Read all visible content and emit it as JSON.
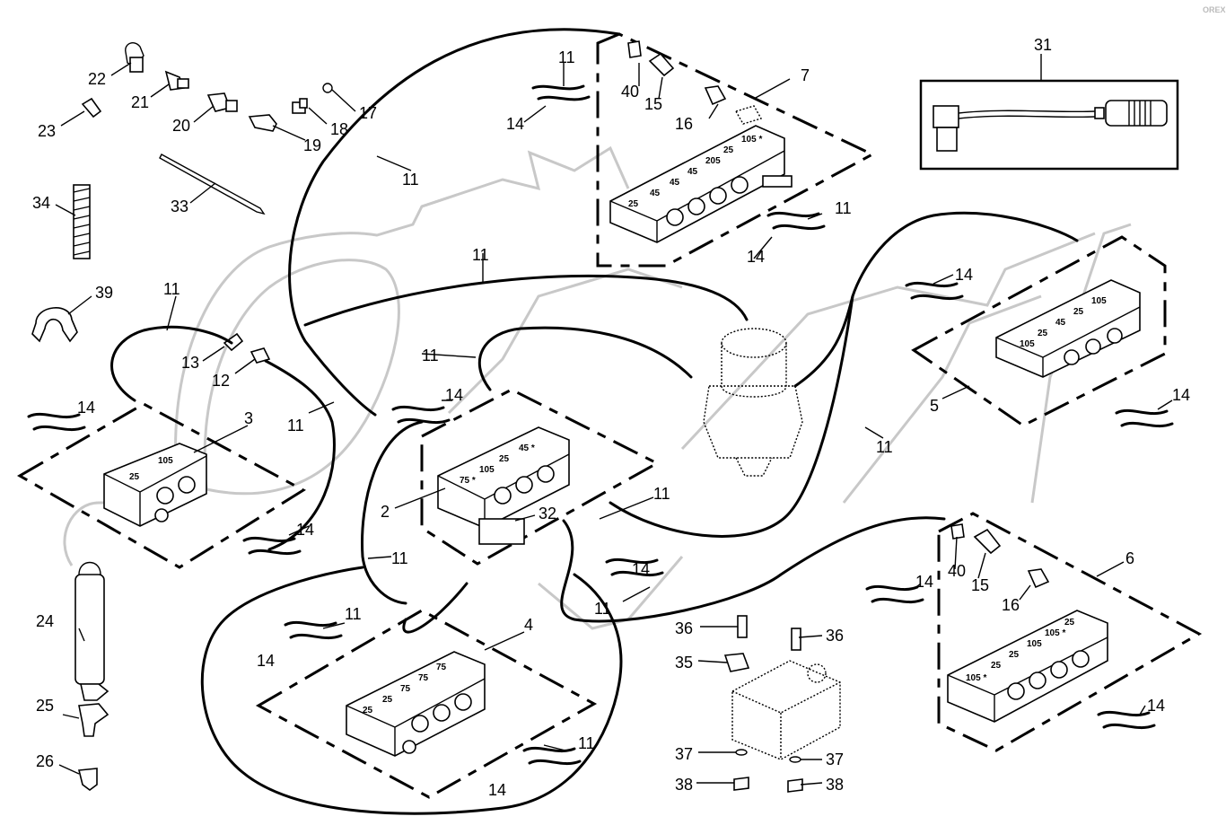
{
  "watermark": "OREX",
  "callouts": [
    {
      "id": "c22",
      "text": "22"
    },
    {
      "id": "c21",
      "text": "21"
    },
    {
      "id": "c23",
      "text": "23"
    },
    {
      "id": "c20",
      "text": "20"
    },
    {
      "id": "c19",
      "text": "19"
    },
    {
      "id": "c18",
      "text": "18"
    },
    {
      "id": "c17",
      "text": "17"
    },
    {
      "id": "c33",
      "text": "33"
    },
    {
      "id": "c34",
      "text": "34"
    },
    {
      "id": "c39",
      "text": "39"
    },
    {
      "id": "c11a",
      "text": "11"
    },
    {
      "id": "c13",
      "text": "13"
    },
    {
      "id": "c12",
      "text": "12"
    },
    {
      "id": "c14a",
      "text": "14"
    },
    {
      "id": "c3",
      "text": "3"
    },
    {
      "id": "c11b",
      "text": "11"
    },
    {
      "id": "c14b",
      "text": "14"
    },
    {
      "id": "c24",
      "text": "24"
    },
    {
      "id": "c25",
      "text": "25"
    },
    {
      "id": "c26",
      "text": "26"
    },
    {
      "id": "c11c",
      "text": "11"
    },
    {
      "id": "c14c",
      "text": "14"
    },
    {
      "id": "c11d",
      "text": "11"
    },
    {
      "id": "c14d",
      "text": "14"
    },
    {
      "id": "c2",
      "text": "2"
    },
    {
      "id": "c32",
      "text": "32"
    },
    {
      "id": "c11e",
      "text": "11"
    },
    {
      "id": "c11f",
      "text": "11"
    },
    {
      "id": "c14e",
      "text": "14"
    },
    {
      "id": "c11g",
      "text": "11"
    },
    {
      "id": "c4",
      "text": "4"
    },
    {
      "id": "c14f",
      "text": "14"
    },
    {
      "id": "c11h",
      "text": "11"
    },
    {
      "id": "c11i",
      "text": "11"
    },
    {
      "id": "c14g",
      "text": "14"
    },
    {
      "id": "c40a",
      "text": "40"
    },
    {
      "id": "c15a",
      "text": "15"
    },
    {
      "id": "c7",
      "text": "7"
    },
    {
      "id": "c16a",
      "text": "16"
    },
    {
      "id": "c11j",
      "text": "11"
    },
    {
      "id": "c11k",
      "text": "11"
    },
    {
      "id": "c14h",
      "text": "14"
    },
    {
      "id": "c11l",
      "text": "11"
    },
    {
      "id": "c14i",
      "text": "14"
    },
    {
      "id": "c31",
      "text": "31"
    },
    {
      "id": "c14j",
      "text": "14"
    },
    {
      "id": "c5",
      "text": "5"
    },
    {
      "id": "c14k",
      "text": "14"
    },
    {
      "id": "c11m",
      "text": "11"
    },
    {
      "id": "c11n",
      "text": "11"
    },
    {
      "id": "c14l",
      "text": "14"
    },
    {
      "id": "c11o",
      "text": "11"
    },
    {
      "id": "c36a",
      "text": "36"
    },
    {
      "id": "c36b",
      "text": "36"
    },
    {
      "id": "c35",
      "text": "35"
    },
    {
      "id": "c37a",
      "text": "37"
    },
    {
      "id": "c37b",
      "text": "37"
    },
    {
      "id": "c38a",
      "text": "38"
    },
    {
      "id": "c38b",
      "text": "38"
    },
    {
      "id": "c40b",
      "text": "40"
    },
    {
      "id": "c15b",
      "text": "15"
    },
    {
      "id": "c6",
      "text": "6"
    },
    {
      "id": "c16b",
      "text": "16"
    },
    {
      "id": "c14m",
      "text": "14"
    },
    {
      "id": "c14n",
      "text": "14"
    }
  ],
  "block_labels": {
    "b3": [
      "25",
      "105"
    ],
    "b2": [
      "75 *",
      "105",
      "25",
      "45 *"
    ],
    "b4": [
      "25",
      "25",
      "75",
      "75",
      "75"
    ],
    "b7": [
      "25",
      "45",
      "45",
      "45",
      "205",
      "25",
      "105 *"
    ],
    "b5": [
      "105",
      "25",
      "45",
      "25",
      "105"
    ],
    "b6": [
      "105 *",
      "25",
      "25",
      "105",
      "105 *",
      "25"
    ]
  }
}
